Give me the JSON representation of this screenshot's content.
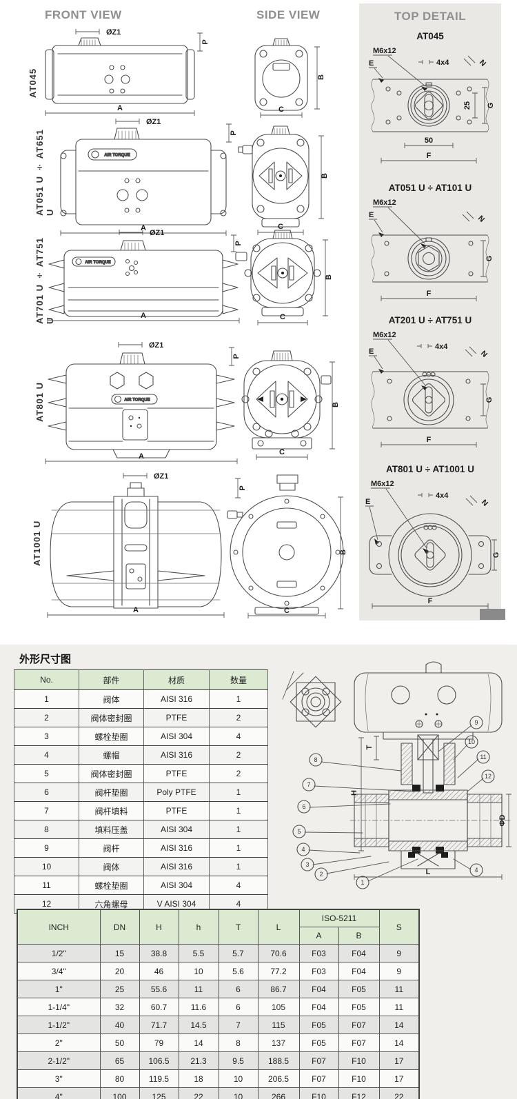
{
  "drawings": {
    "front_header": "FRONT VIEW",
    "side_header": "SIDE VIEW",
    "top_header": "TOP DETAIL",
    "logo": "AIR TORQUE",
    "dim_labels": {
      "z1": "ØZ1",
      "p": "P",
      "a": "A",
      "b": "B",
      "c": "C"
    },
    "rows": [
      {
        "model": "AT045"
      },
      {
        "model": "AT051 U ÷ AT651 U"
      },
      {
        "model": "AT701 U ÷ AT751 U"
      },
      {
        "model": "AT801 U"
      },
      {
        "model": "AT1001 U"
      }
    ],
    "top_details": [
      {
        "title": "AT045",
        "bolt": "M6x12",
        "key": "4x4",
        "e": "E",
        "n": "N",
        "g": "G",
        "f": "F",
        "dim25": "25",
        "dim50": "50"
      },
      {
        "title": "AT051 U ÷ AT101 U",
        "bolt": "M6x12",
        "e": "E",
        "n": "N",
        "g": "G",
        "f": "F"
      },
      {
        "title": "AT201 U ÷ AT751 U",
        "bolt": "M6x12",
        "key": "4x4",
        "e": "E",
        "n": "N",
        "g": "G",
        "f": "F"
      },
      {
        "title": "AT801 U ÷ AT1001 U",
        "bolt": "M6x12",
        "key": "4x4",
        "e": "E",
        "n": "N",
        "g": "G",
        "f": "F"
      }
    ]
  },
  "parts_section": {
    "title": "外形尺寸图",
    "table": {
      "headers": [
        "No.",
        "部件",
        "材质",
        "数量"
      ],
      "rows": [
        [
          "1",
          "阀体",
          "AISI 316",
          "1"
        ],
        [
          "2",
          "阀体密封圈",
          "PTFE",
          "2"
        ],
        [
          "3",
          "螺栓垫圈",
          "AISI 304",
          "4"
        ],
        [
          "4",
          "螺帽",
          "AISI 316",
          "2"
        ],
        [
          "5",
          "阀体密封圈",
          "PTFE",
          "2"
        ],
        [
          "6",
          "阀杆垫圈",
          "Poly PTFE",
          "1"
        ],
        [
          "7",
          "阀杆填料",
          "PTFE",
          "1"
        ],
        [
          "8",
          "填料压盖",
          "AISI 304",
          "1"
        ],
        [
          "9",
          "阀杆",
          "AISI 316",
          "1"
        ],
        [
          "10",
          "阀体",
          "AISI 316",
          "1"
        ],
        [
          "11",
          "螺栓垫圈",
          "AISI 304",
          "4"
        ],
        [
          "12",
          "六角螺母",
          "V AISI 304",
          "4"
        ]
      ]
    },
    "diagram": {
      "callouts": [
        "1",
        "2",
        "3",
        "4",
        "5",
        "6",
        "7",
        "8",
        "9",
        "10",
        "11",
        "12"
      ],
      "dims": {
        "t": "T",
        "h": "H",
        "d": "ΦD",
        "l": "L"
      }
    }
  },
  "dims_table": {
    "headers": {
      "inch": "INCH",
      "dn": "DN",
      "h_upper": "H",
      "h_lower": "h",
      "t": "T",
      "l": "L",
      "iso": "ISO-5211",
      "a": "A",
      "b": "B",
      "s": "S"
    },
    "rows": [
      [
        "1/2\"",
        "15",
        "38.8",
        "5.5",
        "5.7",
        "70.6",
        "F03",
        "F04",
        "9"
      ],
      [
        "3/4\"",
        "20",
        "46",
        "10",
        "5.6",
        "77.2",
        "F03",
        "F04",
        "9"
      ],
      [
        "1\"",
        "25",
        "55.6",
        "11",
        "6",
        "86.7",
        "F04",
        "F05",
        "11"
      ],
      [
        "1-1/4\"",
        "32",
        "60.7",
        "11.6",
        "6",
        "105",
        "F04",
        "F05",
        "11"
      ],
      [
        "1-1/2\"",
        "40",
        "71.7",
        "14.5",
        "7",
        "115",
        "F05",
        "F07",
        "14"
      ],
      [
        "2\"",
        "50",
        "79",
        "14",
        "8",
        "137",
        "F05",
        "F07",
        "14"
      ],
      [
        "2-1/2\"",
        "65",
        "106.5",
        "21.3",
        "9.5",
        "188.5",
        "F07",
        "F10",
        "17"
      ],
      [
        "3\"",
        "80",
        "119.5",
        "18",
        "10",
        "206.5",
        "F07",
        "F10",
        "17"
      ],
      [
        "4\"",
        "100",
        "125",
        "22",
        "10",
        "266",
        "F10",
        "F12",
        "22"
      ]
    ]
  }
}
